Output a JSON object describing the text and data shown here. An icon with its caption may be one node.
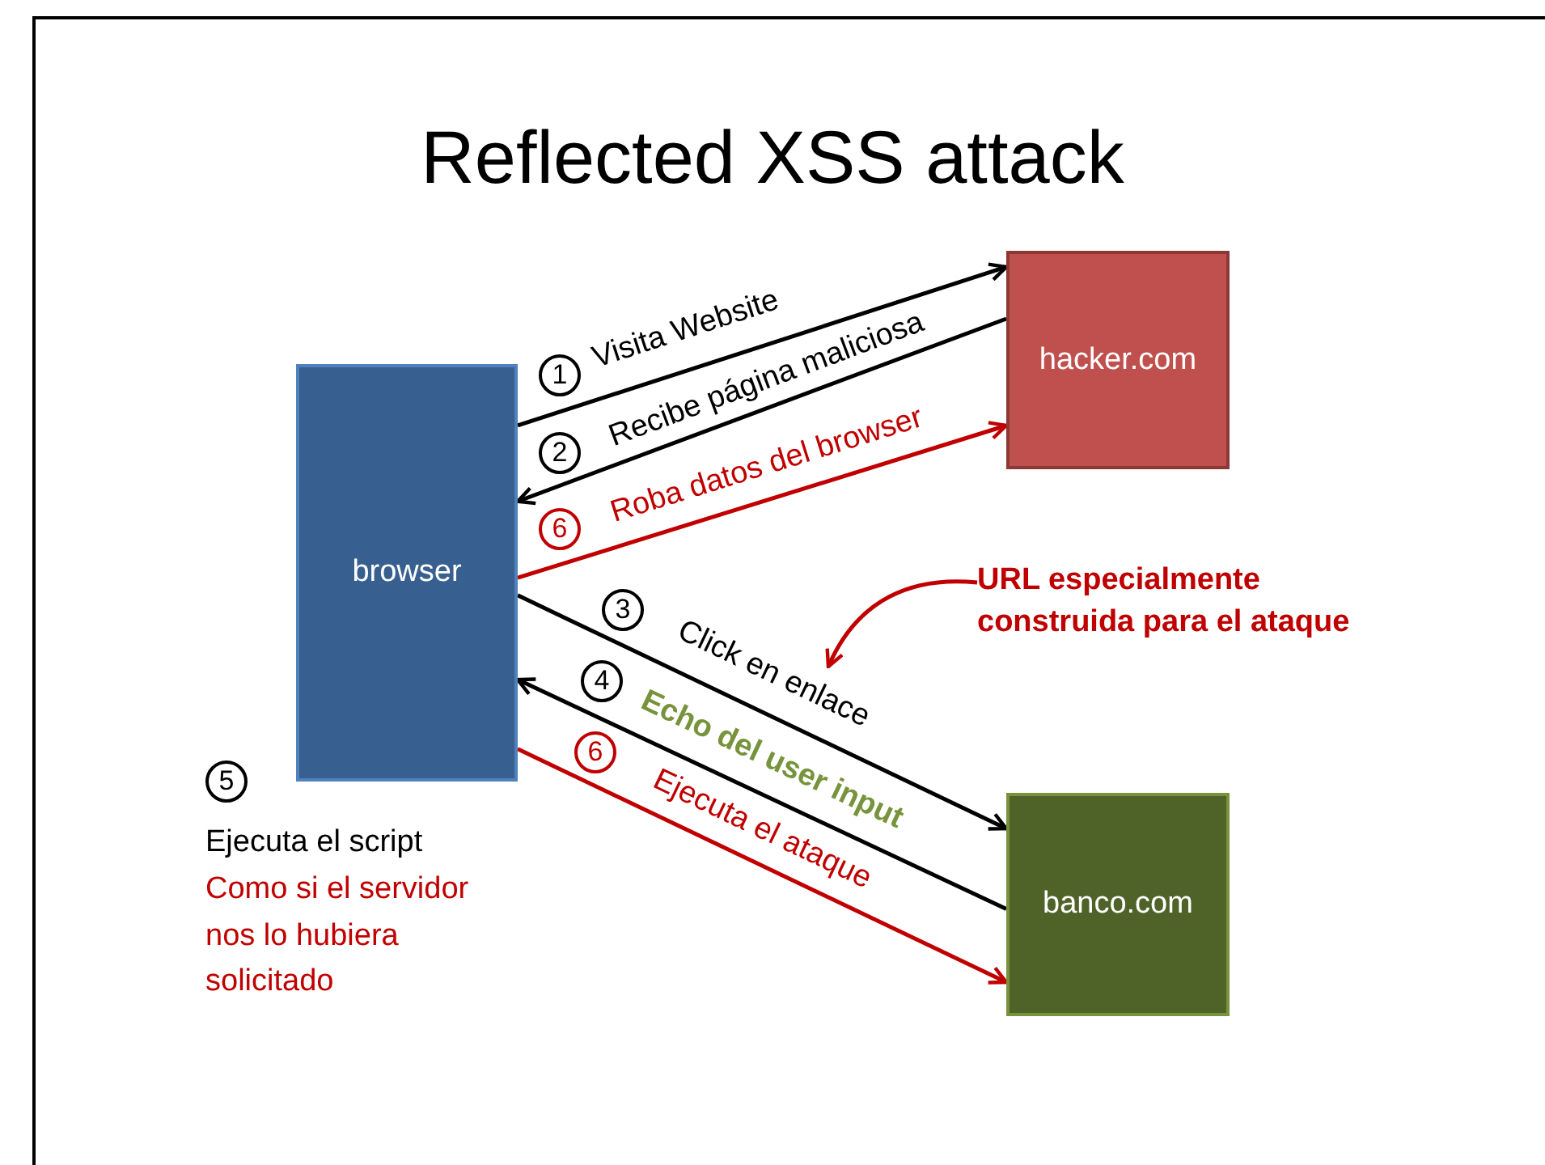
{
  "diagram": {
    "title": "Reflected XSS attack",
    "nodes": [
      {
        "text": [
          "browser"
        ]
      },
      {
        "text": [
          "hacker.com"
        ]
      },
      {
        "text": [
          "banco.com"
        ]
      },
      {
        "text": [
          "URL especialmente construida para el ataque"
        ]
      }
    ],
    "edges": [
      {
        "from": 0,
        "to": 1,
        "arrow": "to",
        "label": "Visita Website"
      },
      {
        "from": 1,
        "to": 0,
        "arrow": "to",
        "label": "Recibe página maliciosa"
      },
      {
        "from": 0,
        "to": 1,
        "arrow": "to",
        "label": "Roba datos del browser",
        "color": "#c00000"
      },
      {
        "from": 0,
        "to": 2,
        "arrow": "to",
        "label": "Click en enlace"
      },
      {
        "from": 2,
        "to": 0,
        "arrow": "to",
        "label": "Echo del user input"
      },
      {
        "from": 0,
        "to": 2,
        "arrow": "to",
        "label": "Ejecuta el ataque",
        "color": "#c00000"
      },
      {
        "from": 3,
        "to": null,
        "arrow": "to",
        "color": "#c00000"
      }
    ],
    "labels": [
      "1",
      "2",
      "6",
      "3",
      "4",
      "6",
      "5",
      "Ejecuta el script",
      "Como si el servidor nos lo hubiera solicitado"
    ]
  }
}
